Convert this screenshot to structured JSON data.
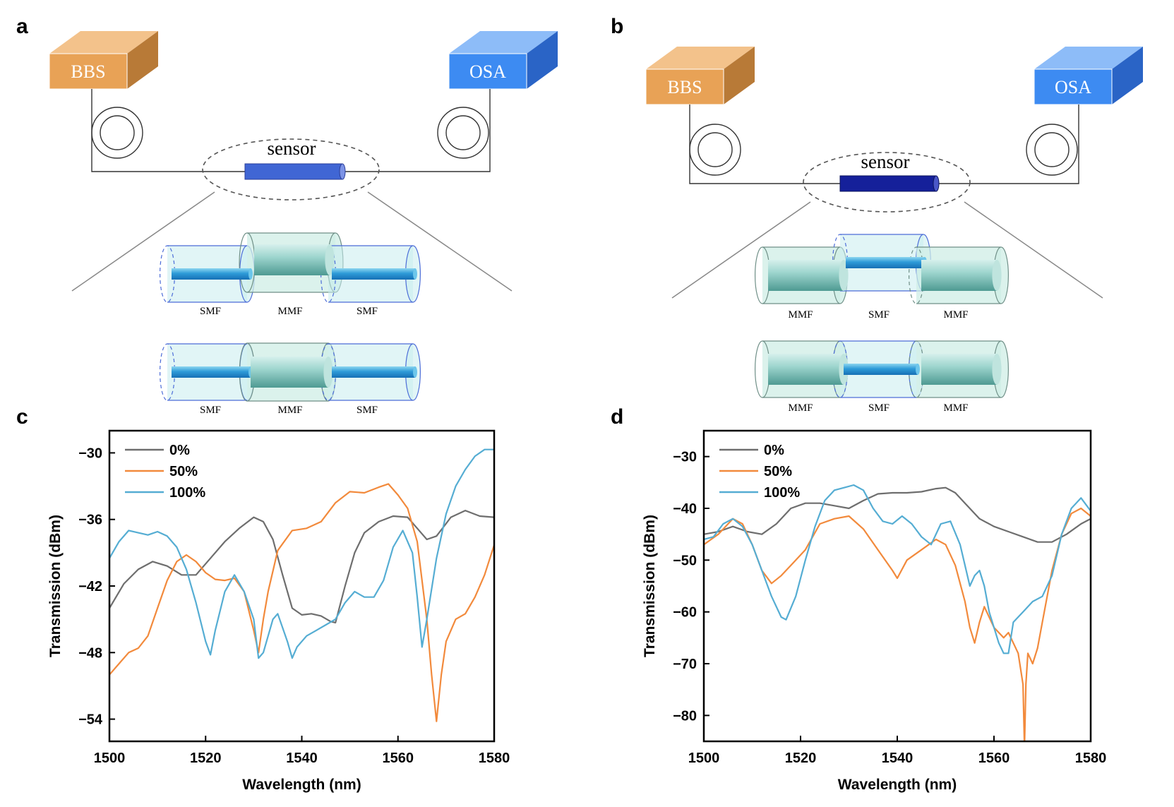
{
  "panels": {
    "a": {
      "label": "a",
      "source": "BBS",
      "analyzer": "OSA",
      "sensor": "sensor",
      "row1": [
        "SMF",
        "MMF",
        "SMF"
      ],
      "row2": [
        "SMF",
        "MMF",
        "SMF"
      ]
    },
    "b": {
      "label": "b",
      "source": "BBS",
      "analyzer": "OSA",
      "sensor": "sensor",
      "row1": [
        "MMF",
        "SMF",
        "MMF"
      ],
      "row2": [
        "MMF",
        "SMF",
        "MMF"
      ]
    },
    "c": {
      "label": "c"
    },
    "d": {
      "label": "d"
    }
  },
  "colors": {
    "bbs": "#E8A256",
    "osa": "#3D8BF2",
    "sensor_a": "#4066D4",
    "sensor_b": "#15209A",
    "series_0": "#6E6E6E",
    "series_50": "#F28A3C",
    "series_100": "#55ADD3"
  },
  "chart_data": [
    {
      "type": "line",
      "panel": "c",
      "xlabel": "Wavelength (nm)",
      "ylabel": "Transmission (dBm)",
      "xlim": [
        1500,
        1580
      ],
      "ylim": [
        -56,
        -28
      ],
      "xticks": [
        1500,
        1520,
        1540,
        1560,
        1580
      ],
      "yticks": [
        -30,
        -36,
        -42,
        -48,
        -54
      ],
      "ytick_labels": [
        "−30",
        "−36",
        "−42",
        "−48",
        "−54"
      ],
      "legend_position": "top-left",
      "series": [
        {
          "name": "0%",
          "color": "#6E6E6E",
          "x": [
            1500,
            1503,
            1506,
            1509,
            1512,
            1515,
            1518,
            1521,
            1524,
            1527,
            1530,
            1532,
            1534,
            1536,
            1538,
            1540,
            1542,
            1544,
            1546,
            1547,
            1549,
            1551,
            1553,
            1556,
            1559,
            1562,
            1564,
            1566,
            1568,
            1571,
            1574,
            1577,
            1580
          ],
          "y": [
            -44,
            -41.8,
            -40.5,
            -39.8,
            -40.2,
            -41,
            -41,
            -39.5,
            -38,
            -36.8,
            -35.8,
            -36.2,
            -37.8,
            -41,
            -44,
            -44.6,
            -44.5,
            -44.7,
            -45.2,
            -45.3,
            -42,
            -39,
            -37.2,
            -36.2,
            -35.7,
            -35.8,
            -36.8,
            -37.8,
            -37.5,
            -35.8,
            -35.2,
            -35.7,
            -35.8
          ]
        },
        {
          "name": "50%",
          "color": "#F28A3C",
          "x": [
            1500,
            1502,
            1504,
            1506,
            1508,
            1510,
            1512,
            1514,
            1516,
            1518,
            1520,
            1522,
            1524,
            1526,
            1528,
            1530,
            1531,
            1532,
            1533,
            1535,
            1538,
            1541,
            1544,
            1547,
            1550,
            1553,
            1556,
            1558,
            1560,
            1562,
            1564,
            1566,
            1567,
            1568,
            1569,
            1570,
            1572,
            1574,
            1576,
            1578,
            1580
          ],
          "y": [
            -50,
            -49,
            -48,
            -47.6,
            -46.5,
            -44,
            -41.5,
            -39.8,
            -39.2,
            -39.8,
            -40.8,
            -41.4,
            -41.5,
            -41.3,
            -42.5,
            -46,
            -48,
            -45,
            -42.5,
            -38.8,
            -37,
            -36.8,
            -36.2,
            -34.5,
            -33.5,
            -33.6,
            -33.1,
            -32.8,
            -33.8,
            -35,
            -38,
            -45,
            -50,
            -54.2,
            -50,
            -47,
            -45,
            -44.5,
            -43,
            -41,
            -38.3
          ]
        },
        {
          "name": "100%",
          "color": "#55ADD3",
          "x": [
            1500,
            1502,
            1504,
            1506,
            1508,
            1510,
            1512,
            1514,
            1516,
            1518,
            1520,
            1521,
            1522,
            1524,
            1526,
            1528,
            1530,
            1531,
            1532,
            1534,
            1535,
            1537,
            1538,
            1539,
            1541,
            1543,
            1545,
            1547,
            1549,
            1551,
            1553,
            1555,
            1557,
            1559,
            1561,
            1563,
            1564,
            1565,
            1566,
            1568,
            1570,
            1572,
            1574,
            1576,
            1578,
            1580
          ],
          "y": [
            -39.5,
            -38,
            -37,
            -37.2,
            -37.4,
            -37.1,
            -37.5,
            -38.5,
            -40.5,
            -43.5,
            -47,
            -48.2,
            -46,
            -42.5,
            -41,
            -42.5,
            -45,
            -48.5,
            -48,
            -45,
            -44.5,
            -47,
            -48.5,
            -47.5,
            -46.5,
            -46,
            -45.5,
            -45,
            -43.5,
            -42.5,
            -43,
            -43,
            -41.5,
            -38.5,
            -37,
            -39,
            -43,
            -47.5,
            -45,
            -39.5,
            -35.5,
            -33,
            -31.5,
            -30.3,
            -29.7,
            -29.7
          ]
        }
      ]
    },
    {
      "type": "line",
      "panel": "d",
      "xlabel": "Wavelength (nm)",
      "ylabel": "Transmission (dBm)",
      "xlim": [
        1500,
        1580
      ],
      "ylim": [
        -85,
        -25
      ],
      "xticks": [
        1500,
        1520,
        1540,
        1560,
        1580
      ],
      "yticks": [
        -30,
        -40,
        -50,
        -60,
        -70,
        -80
      ],
      "ytick_labels": [
        "−30",
        "−40",
        "−50",
        "−60",
        "−70",
        "−80"
      ],
      "legend_position": "top-left",
      "series": [
        {
          "name": "0%",
          "color": "#6E6E6E",
          "x": [
            1500,
            1503,
            1506,
            1509,
            1512,
            1515,
            1518,
            1521,
            1524,
            1527,
            1530,
            1533,
            1536,
            1539,
            1542,
            1545,
            1548,
            1550,
            1552,
            1554,
            1557,
            1560,
            1563,
            1566,
            1569,
            1572,
            1575,
            1578,
            1580
          ],
          "y": [
            -45,
            -44.5,
            -43.5,
            -44.5,
            -45,
            -43,
            -40,
            -39,
            -39,
            -39.5,
            -40,
            -38.5,
            -37.2,
            -37,
            -37,
            -36.8,
            -36.2,
            -36,
            -37,
            -39,
            -42,
            -43.5,
            -44.5,
            -45.5,
            -46.5,
            -46.5,
            -45,
            -43,
            -42
          ]
        },
        {
          "name": "50%",
          "color": "#F28A3C",
          "x": [
            1500,
            1503,
            1506,
            1508,
            1510,
            1512,
            1514,
            1516,
            1518,
            1521,
            1524,
            1527,
            1530,
            1533,
            1536,
            1539,
            1540,
            1542,
            1545,
            1548,
            1550,
            1552,
            1554,
            1555,
            1556,
            1557,
            1558,
            1560,
            1562,
            1563,
            1564,
            1565,
            1566,
            1566.3,
            1566.6,
            1567,
            1568,
            1569,
            1570,
            1572,
            1574,
            1576,
            1578,
            1580
          ],
          "y": [
            -47,
            -45,
            -42,
            -43,
            -47,
            -52,
            -54.5,
            -53,
            -51,
            -48,
            -43,
            -42,
            -41.5,
            -44,
            -48,
            -52,
            -53.5,
            -50,
            -48,
            -46,
            -47,
            -51,
            -58,
            -63,
            -66,
            -62,
            -59,
            -63,
            -65,
            -64,
            -66,
            -68,
            -74,
            -86,
            -74,
            -68,
            -70,
            -67,
            -62,
            -52,
            -45,
            -41,
            -40,
            -41.5
          ]
        },
        {
          "name": "100%",
          "color": "#55ADD3",
          "x": [
            1500,
            1502,
            1504,
            1506,
            1508,
            1510,
            1512,
            1514,
            1516,
            1517,
            1519,
            1521,
            1523,
            1525,
            1527,
            1529,
            1531,
            1533,
            1535,
            1537,
            1539,
            1541,
            1543,
            1545,
            1547,
            1549,
            1551,
            1553,
            1555,
            1556,
            1557,
            1558,
            1559,
            1560,
            1561,
            1562,
            1563,
            1564,
            1566,
            1568,
            1570,
            1572,
            1574,
            1576,
            1578,
            1580
          ],
          "y": [
            -46,
            -45.5,
            -43,
            -42,
            -43.5,
            -47,
            -52,
            -57,
            -61,
            -61.5,
            -57,
            -50,
            -43.5,
            -38.5,
            -36.5,
            -36,
            -35.5,
            -36.5,
            -40,
            -42.5,
            -43,
            -41.5,
            -43,
            -45.5,
            -47,
            -43,
            -42.5,
            -47,
            -55,
            -53,
            -52,
            -55,
            -60,
            -63,
            -66,
            -68,
            -68,
            -62,
            -60,
            -58,
            -57,
            -53,
            -45,
            -40,
            -38,
            -40.5
          ]
        }
      ]
    }
  ]
}
